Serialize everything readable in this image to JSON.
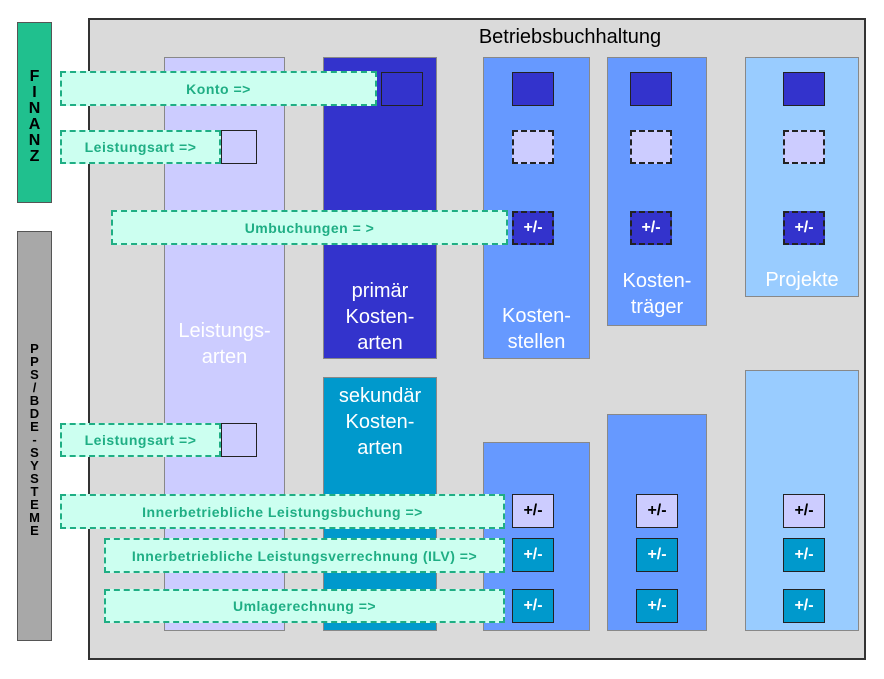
{
  "title": "Betriebsbuchhaltung",
  "sidebar_finanz": [
    "F",
    "I",
    "N",
    "A",
    "N",
    "Z"
  ],
  "sidebar_pps": [
    "P",
    "P",
    "S",
    "/",
    "B",
    "D",
    "E",
    "-",
    "S",
    "Y",
    "S",
    "T",
    "E",
    "M",
    "E"
  ],
  "columns": {
    "leistungsarten": "Leistungs-\narten",
    "primaer": "primär\nKosten-\narten",
    "sekundaer": "sekundär\nKosten-\narten",
    "kostenstellen": "Kosten-\nstellen",
    "kostentraeger": "Kosten-\nträger",
    "projekte": "Projekte"
  },
  "labels": {
    "konto": "Konto =>",
    "leistungsart_top": "Leistungsart =>",
    "umbuchungen": "Umbuchungen = >",
    "leistungsart_bottom": "Leistungsart =>",
    "innerbetriebliche_leistungsbuchung": "Innerbetriebliche Leistungsbuchung  =>",
    "ilv": "Innerbetriebliche Leistungsverrechnung (ILV) =>",
    "umlagerechnung": "Umlagerechnung =>"
  },
  "plus_minus": "+/-",
  "colors": {
    "leistungsarten": "#ccccff",
    "primaer": "#3333cc",
    "sekundaer": "#0099cc",
    "kostenstellen": "#6699ff",
    "kostentraeger": "#6699ff",
    "projekte": "#99ccff",
    "label_fill": "#ccfff0",
    "label_border": "#1fae84",
    "finanz": "#20c08e",
    "pps": "#a8a8a8"
  }
}
